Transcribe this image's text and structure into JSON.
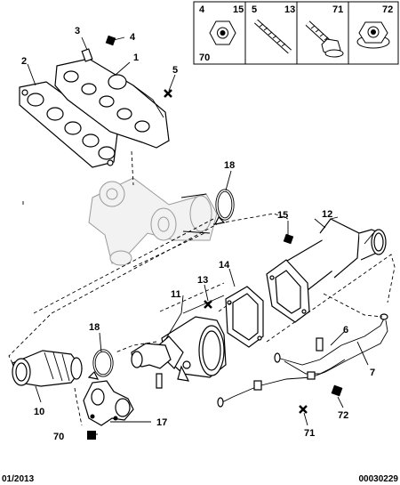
{
  "hardware_panel": {
    "cells": [
      {
        "refs": [
          "4",
          "15"
        ],
        "extra_ref": "70",
        "icon": "flange-nut-icon"
      },
      {
        "refs": [
          "5",
          "13"
        ],
        "icon": "stud-icon"
      },
      {
        "refs": [
          "71"
        ],
        "icon": "bolt-icon"
      },
      {
        "refs": [
          "72"
        ],
        "icon": "flange-nut-icon"
      }
    ]
  },
  "callouts": {
    "c1": "1",
    "c2": "2",
    "c3": "3",
    "c4": "4",
    "c5": "5",
    "c18a": "18",
    "c15": "15",
    "c12": "12",
    "c14": "14",
    "c11": "11",
    "c13": "13",
    "c18b": "18",
    "c6": "6",
    "c7": "7",
    "c10": "10",
    "c17": "17",
    "c70": "70",
    "c72": "72",
    "c71": "71"
  },
  "footer": {
    "date": "01/2013",
    "reference": "00030229"
  }
}
